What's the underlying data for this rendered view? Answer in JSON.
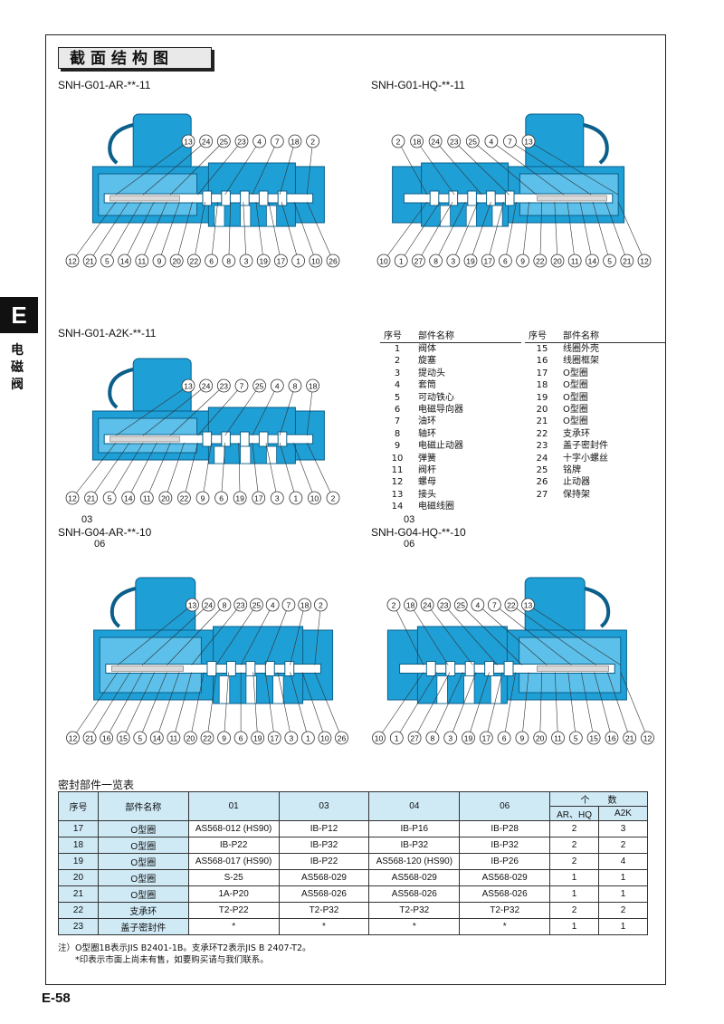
{
  "header": {
    "title": "截面结构图",
    "side_letter": "E",
    "side_text": "电磁阀",
    "page_number": "E-58"
  },
  "colors": {
    "valve_body": "#1e9fd6",
    "valve_dark": "#0b5f8a",
    "table_header": "#cfe9f5"
  },
  "diagrams": [
    {
      "model": "SNH-G01-AR-**-11",
      "top": [
        "13",
        "24",
        "25",
        "23",
        "4",
        "7",
        "18",
        "2"
      ],
      "bottom": [
        "12",
        "21",
        "5",
        "14",
        "11",
        "9",
        "20",
        "22",
        "6",
        "8",
        "3",
        "19",
        "17",
        "1",
        "10",
        "26"
      ]
    },
    {
      "model": "SNH-G01-HQ-**-11",
      "top": [
        "2",
        "18",
        "24",
        "23",
        "25",
        "4",
        "7",
        "13"
      ],
      "bottom": [
        "10",
        "1",
        "27",
        "8",
        "3",
        "19",
        "17",
        "6",
        "9",
        "22",
        "20",
        "11",
        "14",
        "5",
        "21",
        "12"
      ]
    },
    {
      "model": "SNH-G01-A2K-**-11",
      "top": [
        "13",
        "24",
        "23",
        "7",
        "25",
        "4",
        "8",
        "18"
      ],
      "bottom": [
        "12",
        "21",
        "5",
        "14",
        "11",
        "20",
        "22",
        "9",
        "6",
        "19",
        "17",
        "3",
        "1",
        "10",
        "2"
      ]
    },
    {
      "model": "SNH-G04-AR-**-10",
      "top": [
        "13",
        "24",
        "8",
        "23",
        "25",
        "4",
        "7",
        "18",
        "2"
      ],
      "bottom": [
        "12",
        "21",
        "16",
        "15",
        "5",
        "14",
        "11",
        "20",
        "22",
        "9",
        "6",
        "19",
        "17",
        "3",
        "1",
        "10",
        "26"
      ]
    },
    {
      "model": "SNH-G04-HQ-**-10",
      "top": [
        "2",
        "18",
        "24",
        "23",
        "25",
        "4",
        "7",
        "22",
        "13"
      ],
      "bottom": [
        "10",
        "1",
        "27",
        "8",
        "3",
        "19",
        "17",
        "6",
        "9",
        "20",
        "11",
        "5",
        "15",
        "16",
        "21",
        "12"
      ]
    }
  ],
  "size_labels": {
    "left_03": "03",
    "left_06": "06",
    "right_03": "03",
    "right_06": "06"
  },
  "parts_list": {
    "headers": [
      "序号",
      "部件名称"
    ],
    "left": [
      [
        "1",
        "阀体"
      ],
      [
        "2",
        "旋塞"
      ],
      [
        "3",
        "提动头"
      ],
      [
        "4",
        "套筒"
      ],
      [
        "5",
        "可动铁心"
      ],
      [
        "6",
        "电磁导向器"
      ],
      [
        "7",
        "油环"
      ],
      [
        "8",
        "轴环"
      ],
      [
        "9",
        "电磁止动器"
      ],
      [
        "10",
        "弹簧"
      ],
      [
        "11",
        "阀杆"
      ],
      [
        "12",
        "螺母"
      ],
      [
        "13",
        "接头"
      ],
      [
        "14",
        "电磁线圈"
      ]
    ],
    "right": [
      [
        "15",
        "线圈外壳"
      ],
      [
        "16",
        "线圈框架"
      ],
      [
        "17",
        "O型圈"
      ],
      [
        "18",
        "O型圈"
      ],
      [
        "19",
        "O型圈"
      ],
      [
        "20",
        "O型圈"
      ],
      [
        "21",
        "O型圈"
      ],
      [
        "22",
        "支承环"
      ],
      [
        "23",
        "盖子密封件"
      ],
      [
        "24",
        "十字小螺丝"
      ],
      [
        "25",
        "铭牌"
      ],
      [
        "26",
        "止动器"
      ],
      [
        "27",
        "保持架"
      ]
    ]
  },
  "seal_table": {
    "title": "密封部件一览表",
    "head": {
      "no": "序号",
      "name": "部件名称",
      "c01": "01",
      "c03": "03",
      "c04": "04",
      "c06": "06",
      "qty": "个　　数",
      "q1": "AR、HQ",
      "q2": "A2K"
    },
    "rows": [
      [
        "17",
        "O型圈",
        "AS568-012 (HS90)",
        "IB-P12",
        "IB-P16",
        "IB-P28",
        "2",
        "3"
      ],
      [
        "18",
        "O型圈",
        "IB-P22",
        "IB-P32",
        "IB-P32",
        "IB-P32",
        "2",
        "2"
      ],
      [
        "19",
        "O型圈",
        "AS568-017 (HS90)",
        "IB-P22",
        "AS568-120 (HS90)",
        "IB-P26",
        "2",
        "4"
      ],
      [
        "20",
        "O型圈",
        "S-25",
        "AS568-029",
        "AS568-029",
        "AS568-029",
        "1",
        "1"
      ],
      [
        "21",
        "O型圈",
        "1A-P20",
        "AS568-026",
        "AS568-026",
        "AS568-026",
        "1",
        "1"
      ],
      [
        "22",
        "支承环",
        "T2-P22",
        "T2-P32",
        "T2-P32",
        "T2-P32",
        "2",
        "2"
      ],
      [
        "23",
        "盖子密封件",
        "*",
        "*",
        "*",
        "*",
        "1",
        "1"
      ]
    ],
    "notes": [
      "注）O型圈1B表示JIS B2401-1B。支承环T2表示JIS B 2407-T2。",
      "　　*印表示市面上尚未有售，如要购买请与我们联系。"
    ]
  }
}
